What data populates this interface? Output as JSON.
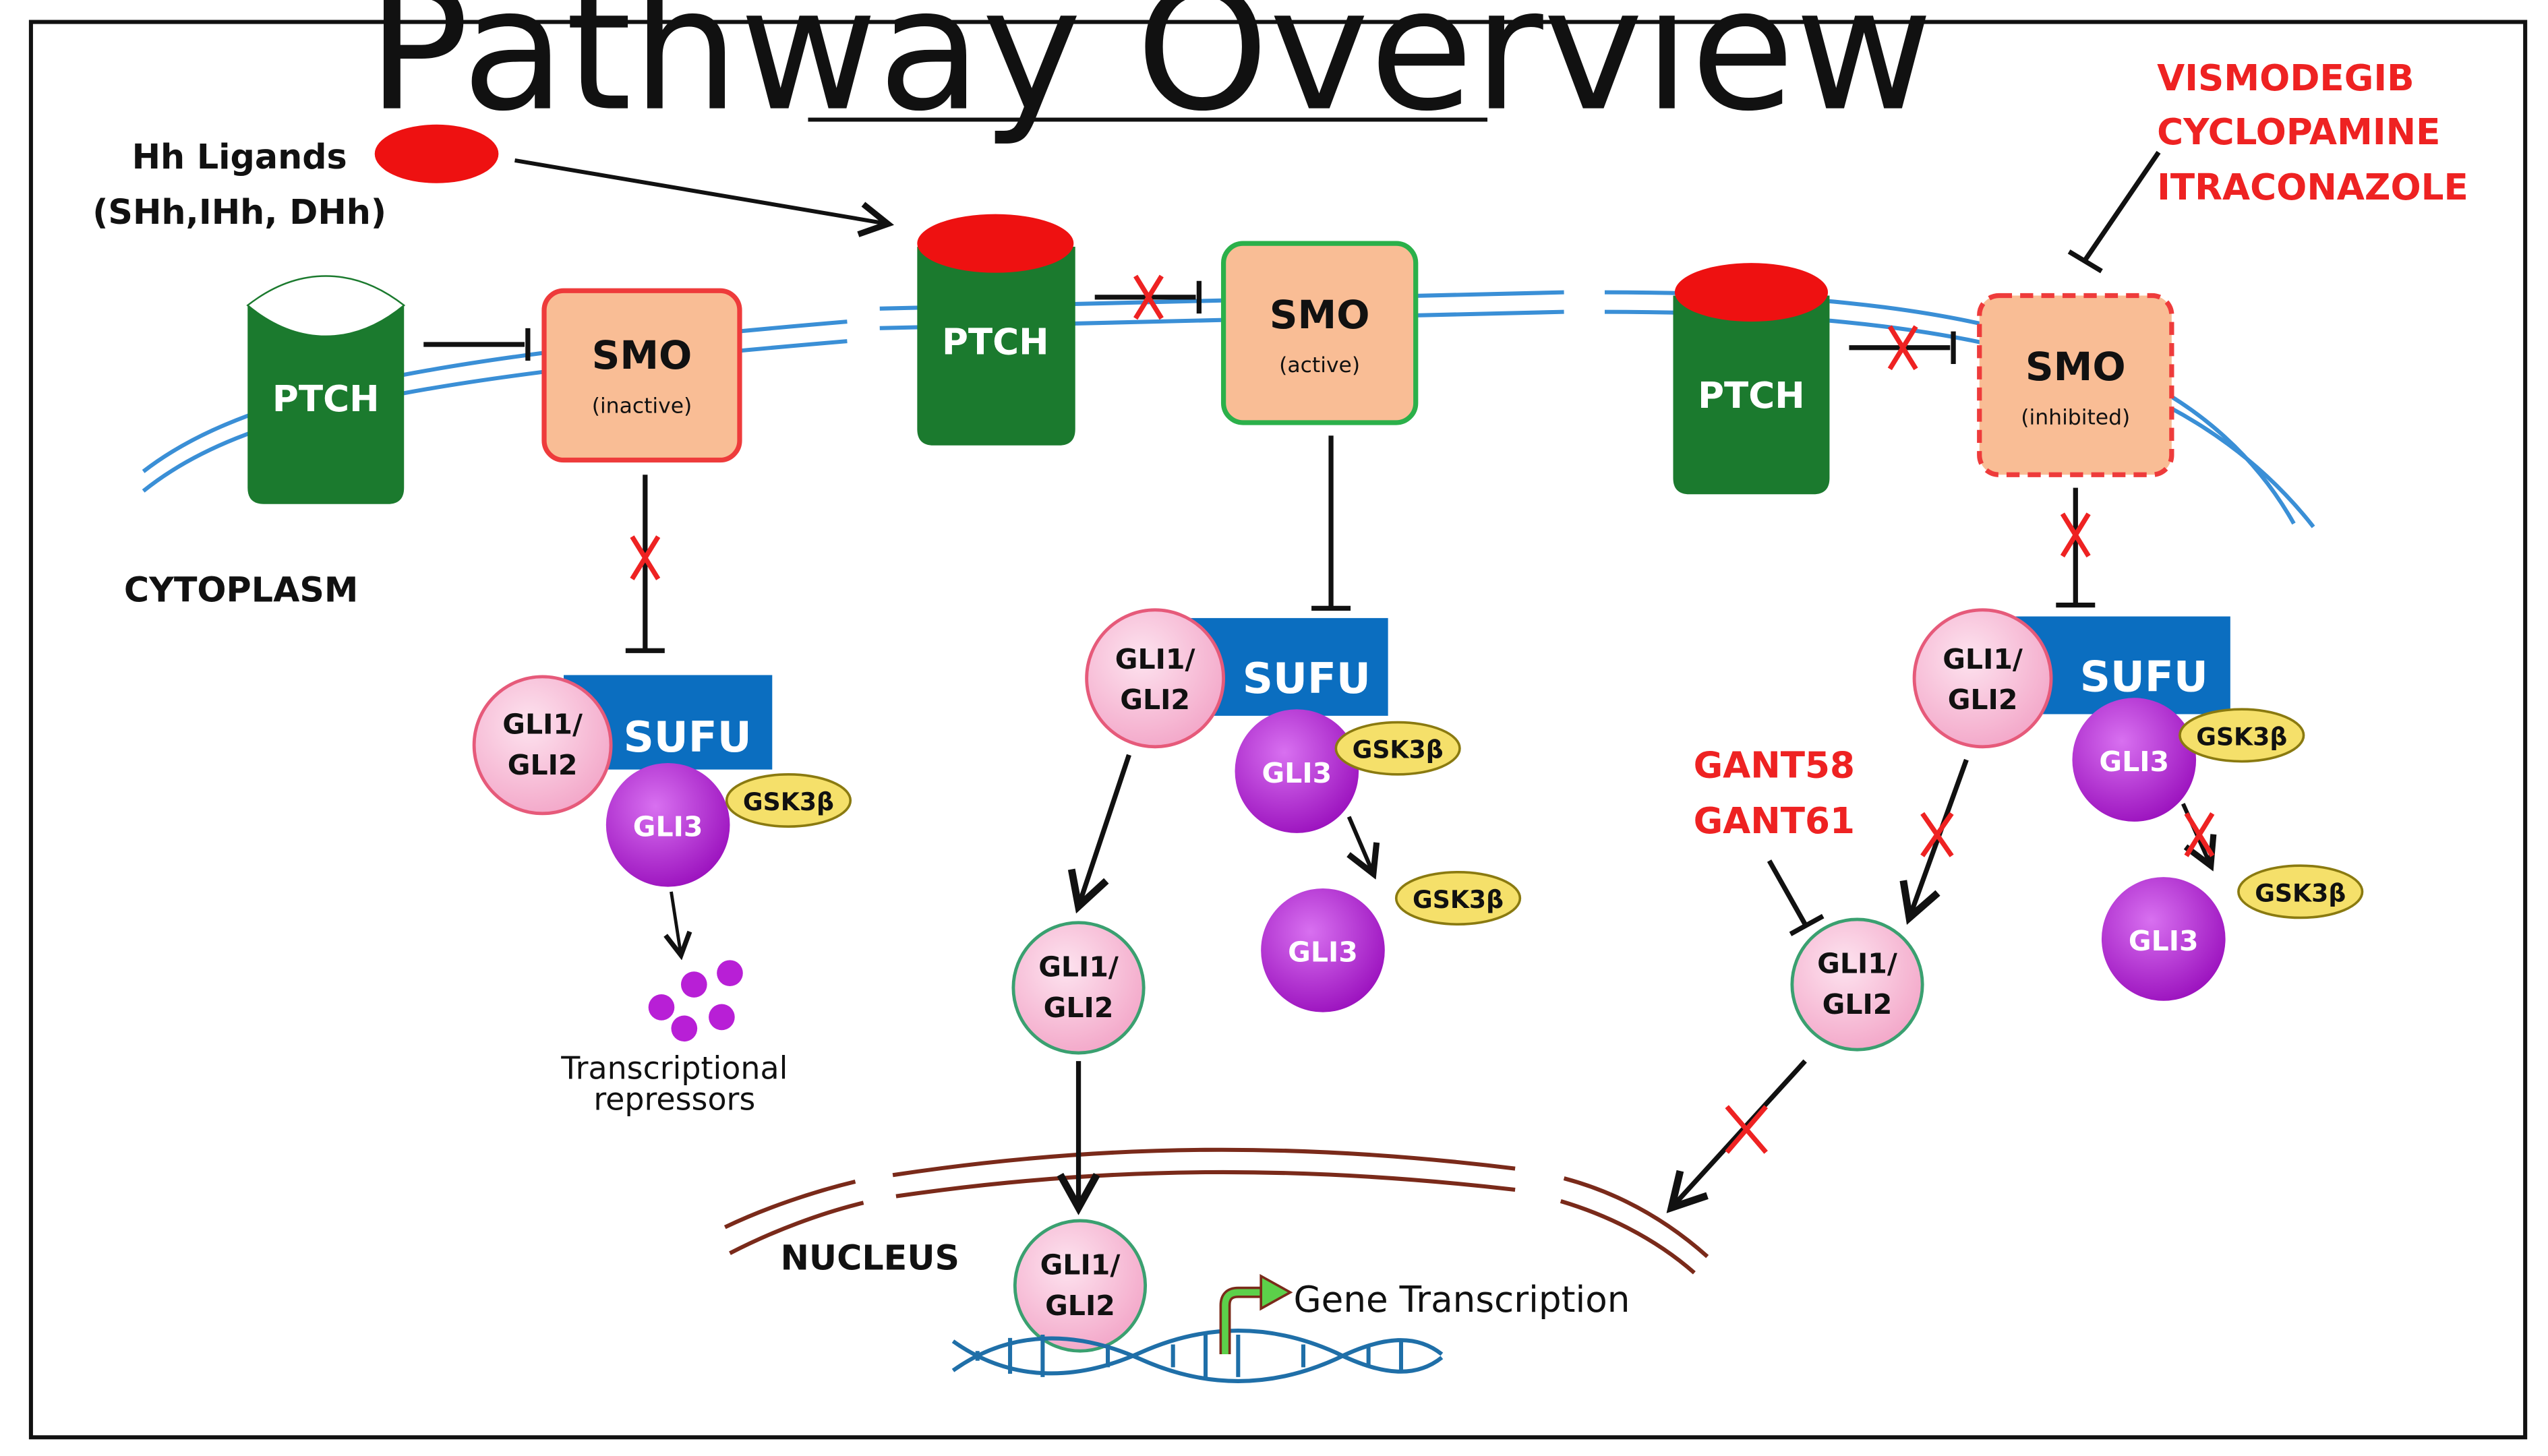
{
  "title": "Pathway Overview",
  "ligand": {
    "line1": "Hh Ligands",
    "line2": "(SHh,IHh, DHh)"
  },
  "compartments": {
    "cytoplasm": "CYTOPLASM",
    "nucleus": "NUCLEUS"
  },
  "panels": [
    {
      "ptch": "PTCH",
      "smo": "SMO",
      "smo_state": "(inactive)",
      "sufu": "SUFU",
      "gli12": [
        "GLI1/",
        "GLI2"
      ],
      "gli3": "GLI3",
      "gsk": "GSK3β",
      "repressors": [
        "Transcriptional",
        "repressors"
      ]
    },
    {
      "ptch": "PTCH",
      "smo": "SMO",
      "smo_state": "(active)",
      "sufu": "SUFU",
      "gli12": [
        "GLI1/",
        "GLI2"
      ],
      "gli3": "GLI3",
      "gsk": "GSK3β",
      "gli3_free": "GLI3",
      "gsk_free": "GSK3β",
      "gli12_free": [
        "GLI1/",
        "GLI2"
      ],
      "gli12_nucleus": [
        "GLI1/",
        "GLI2"
      ],
      "gene_transcription": "Gene Transcription"
    },
    {
      "ptch": "PTCH",
      "smo": "SMO",
      "smo_state": "(inhibited)",
      "sufu": "SUFU",
      "gli12": [
        "GLI1/",
        "GLI2"
      ],
      "gli3": "GLI3",
      "gsk": "GSK3β",
      "gli3_free": "GLI3",
      "gsk_free": "GSK3β",
      "gli12_free": [
        "GLI1/",
        "GLI2"
      ]
    }
  ],
  "smo_inhibitors": [
    "VISMODEGIB",
    "CYCLOPAMINE",
    "ITRACONAZOLE"
  ],
  "gli_inhibitors": [
    "GANT58",
    "GANT61"
  ],
  "colors": {
    "ptch": "#1b7a2e",
    "smo_fill": "#f9bd95",
    "smo_inactive_border": "#ee3b3b",
    "smo_active_border": "#2bb04a",
    "sufu": "#0b6ec0",
    "gli12": "#f7b9d3",
    "gli3": "#b81fd6",
    "gsk": "#f5e06a",
    "ligand": "#ee1111",
    "membrane": "#3a8fd6",
    "nucleus": "#7a2a1a",
    "dna": "#1f6fa8",
    "inhibitor_text": "#ee2222"
  }
}
